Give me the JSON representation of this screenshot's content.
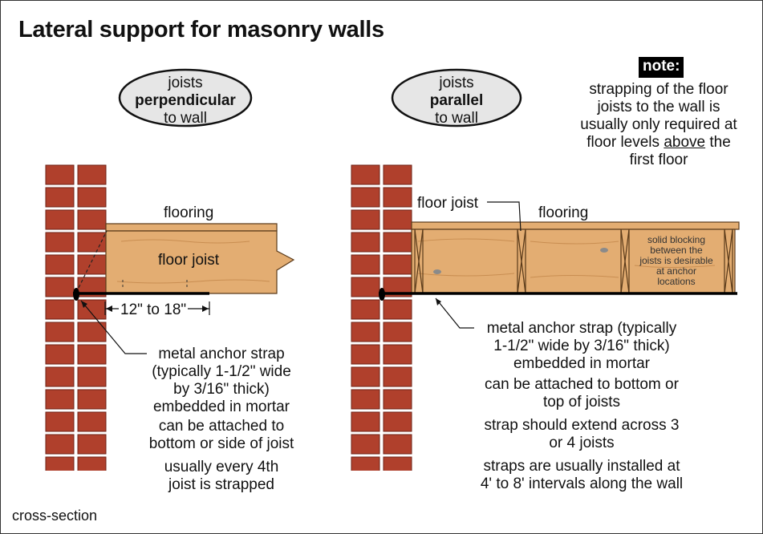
{
  "title": "Lateral support for masonry walls",
  "left_panel": {
    "pill": {
      "line1": "joists",
      "line2": "perpendicular",
      "line3": "to wall"
    },
    "flooring": "flooring",
    "floor_joist": "floor joist",
    "dimension": "12\" to 18\"",
    "strap_line1": "metal anchor strap",
    "strap_line2": "(typically 1-1/2\" wide",
    "strap_line3": "by 3/16\" thick)",
    "strap_line4": "embedded in mortar",
    "attach_line1": "can be attached to",
    "attach_line2": "bottom or side of joist",
    "every_line1": "usually every 4th",
    "every_line2": "joist is strapped"
  },
  "right_panel": {
    "pill": {
      "line1": "joists",
      "line2": "parallel",
      "line3": "to wall"
    },
    "floor_joist": "floor joist",
    "flooring": "flooring",
    "blocking_line1": "solid blocking",
    "blocking_line2": "between the",
    "blocking_line3": "joists is desirable",
    "blocking_line4": "at anchor",
    "blocking_line5": "locations",
    "strap_line1": "metal anchor strap (typically",
    "strap_line2": "1-1/2\" wide by 3/16\" thick)",
    "strap_line3": "embedded in mortar",
    "attach_line1": "can be attached to bottom or",
    "attach_line2": "top of joists",
    "extend_line1": "strap should extend across 3",
    "extend_line2": "or 4 joists",
    "interval_line1": "straps are usually installed at",
    "interval_line2": "4' to 8' intervals along the wall"
  },
  "note": {
    "label": "note:",
    "line1": "strapping of the floor",
    "line2": "joists to the wall is",
    "line3": "usually only required at",
    "line4_pre": "floor levels ",
    "line4_emph": "above",
    "line4_post": " the",
    "line5": "first floor"
  },
  "footer": "cross-section",
  "colors": {
    "brick": "#b0402c",
    "brick_edge": "#6e2216",
    "wood": "#e3ad72",
    "wood_grain": "#c98e52",
    "strap": "#000000"
  }
}
